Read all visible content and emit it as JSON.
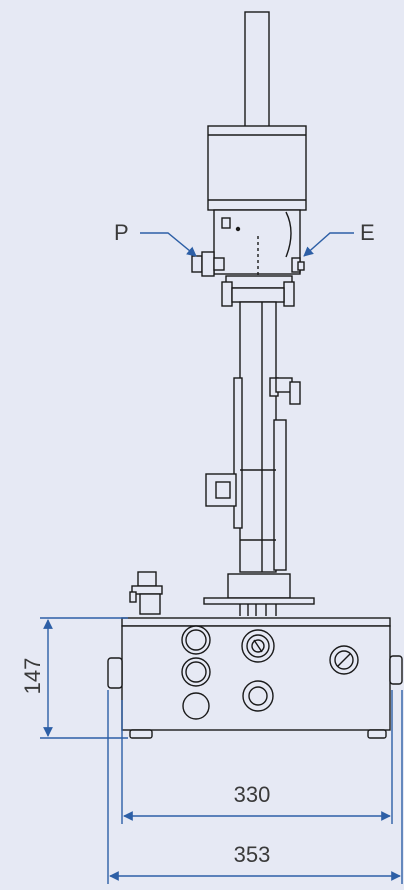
{
  "labels": {
    "port_p": "P",
    "port_e": "E"
  },
  "dimensions": {
    "height": "147",
    "inner_width": "330",
    "outer_width": "353"
  },
  "colors": {
    "background": "#e6e9f4",
    "dimension_line": "#2d5fa6",
    "outline": "#1a1a1a"
  }
}
